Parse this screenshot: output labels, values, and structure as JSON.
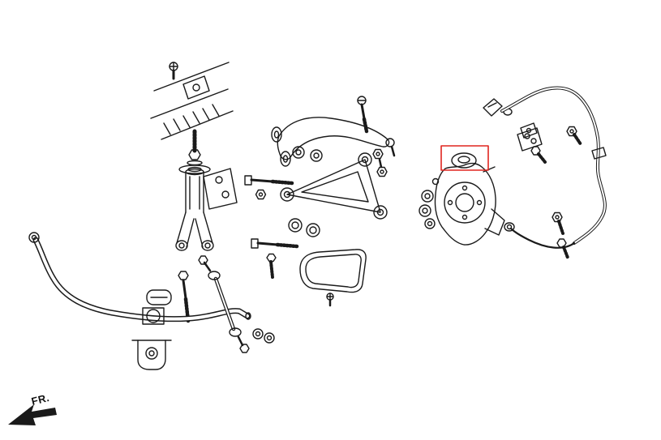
{
  "diagram": {
    "fr_label": "FR.",
    "colors": {
      "line": "#1a1a1a",
      "background": "#ffffff",
      "highlight": "#e0251f"
    },
    "highlighted_part": "upper-ball-joint",
    "parts": [
      "frame-bracket",
      "damper-fork-assembly",
      "upper-control-arm",
      "lower-control-arm",
      "mounting-bolts",
      "splash-guard",
      "steering-knuckle",
      "upper-ball-joint",
      "abs-sensor-harness",
      "stabilizer-bar",
      "stabilizer-end-link",
      "fr-direction-arrow"
    ]
  }
}
